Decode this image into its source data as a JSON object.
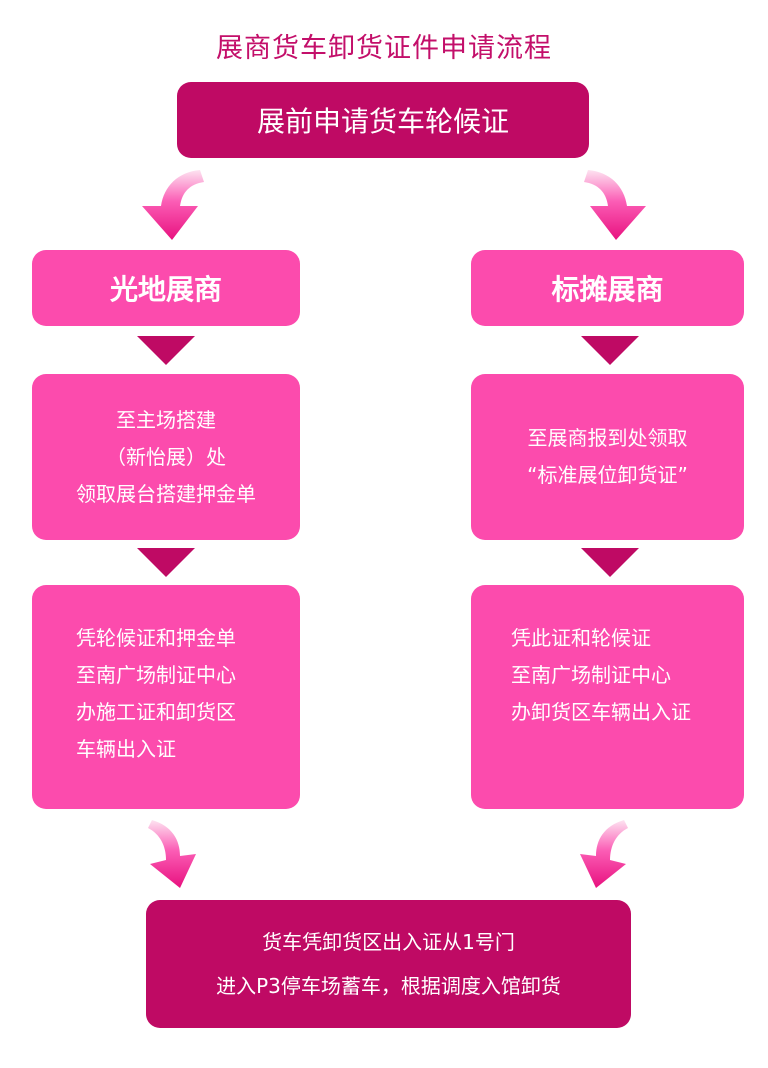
{
  "title": "展商货车卸货证件申请流程",
  "top_step": "展前申请货车轮候证",
  "left_branch": {
    "header": "光地展商",
    "step1_lines": [
      "至主场搭建",
      "（新怡展）处",
      "领取展台搭建押金单"
    ],
    "step2_lines": [
      "凭轮候证和押金单",
      "至南广场制证中心",
      "办施工证和卸货区",
      "车辆出入证"
    ]
  },
  "right_branch": {
    "header": "标摊展商",
    "step1_lines": [
      "至展商报到处领取",
      "“标准展位卸货证”"
    ],
    "step2_lines": [
      "凭此证和轮候证",
      "至南广场制证中心",
      "办卸货区车辆出入证"
    ]
  },
  "final_step_lines": [
    "货车凭卸货区出入证从1号门",
    "进入P3停车场蓄车，根据调度入馆卸货"
  ],
  "colors": {
    "title": "#c30f6a",
    "dark": "#bf0a64",
    "pink": "#fc4bad"
  }
}
